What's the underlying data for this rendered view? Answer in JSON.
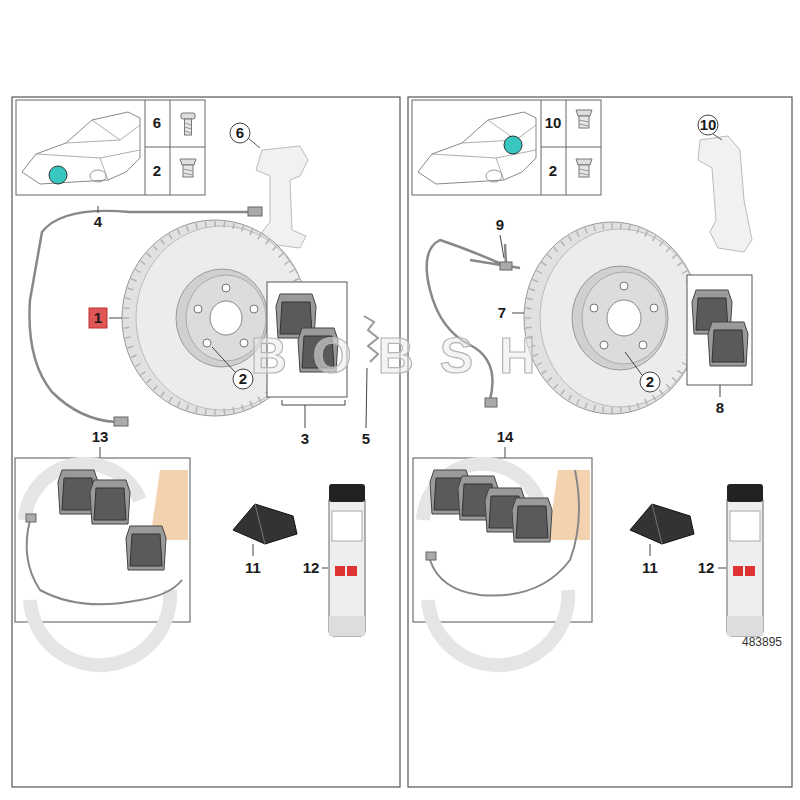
{
  "diagram": {
    "labels": [
      "6",
      "2",
      "6",
      "4",
      "1",
      "2",
      "3",
      "5",
      "13",
      "11",
      "12",
      "10",
      "2",
      "10",
      "9",
      "7",
      "2",
      "8",
      "14",
      "11",
      "12",
      "483895",
      "BOBSH"
    ]
  }
}
